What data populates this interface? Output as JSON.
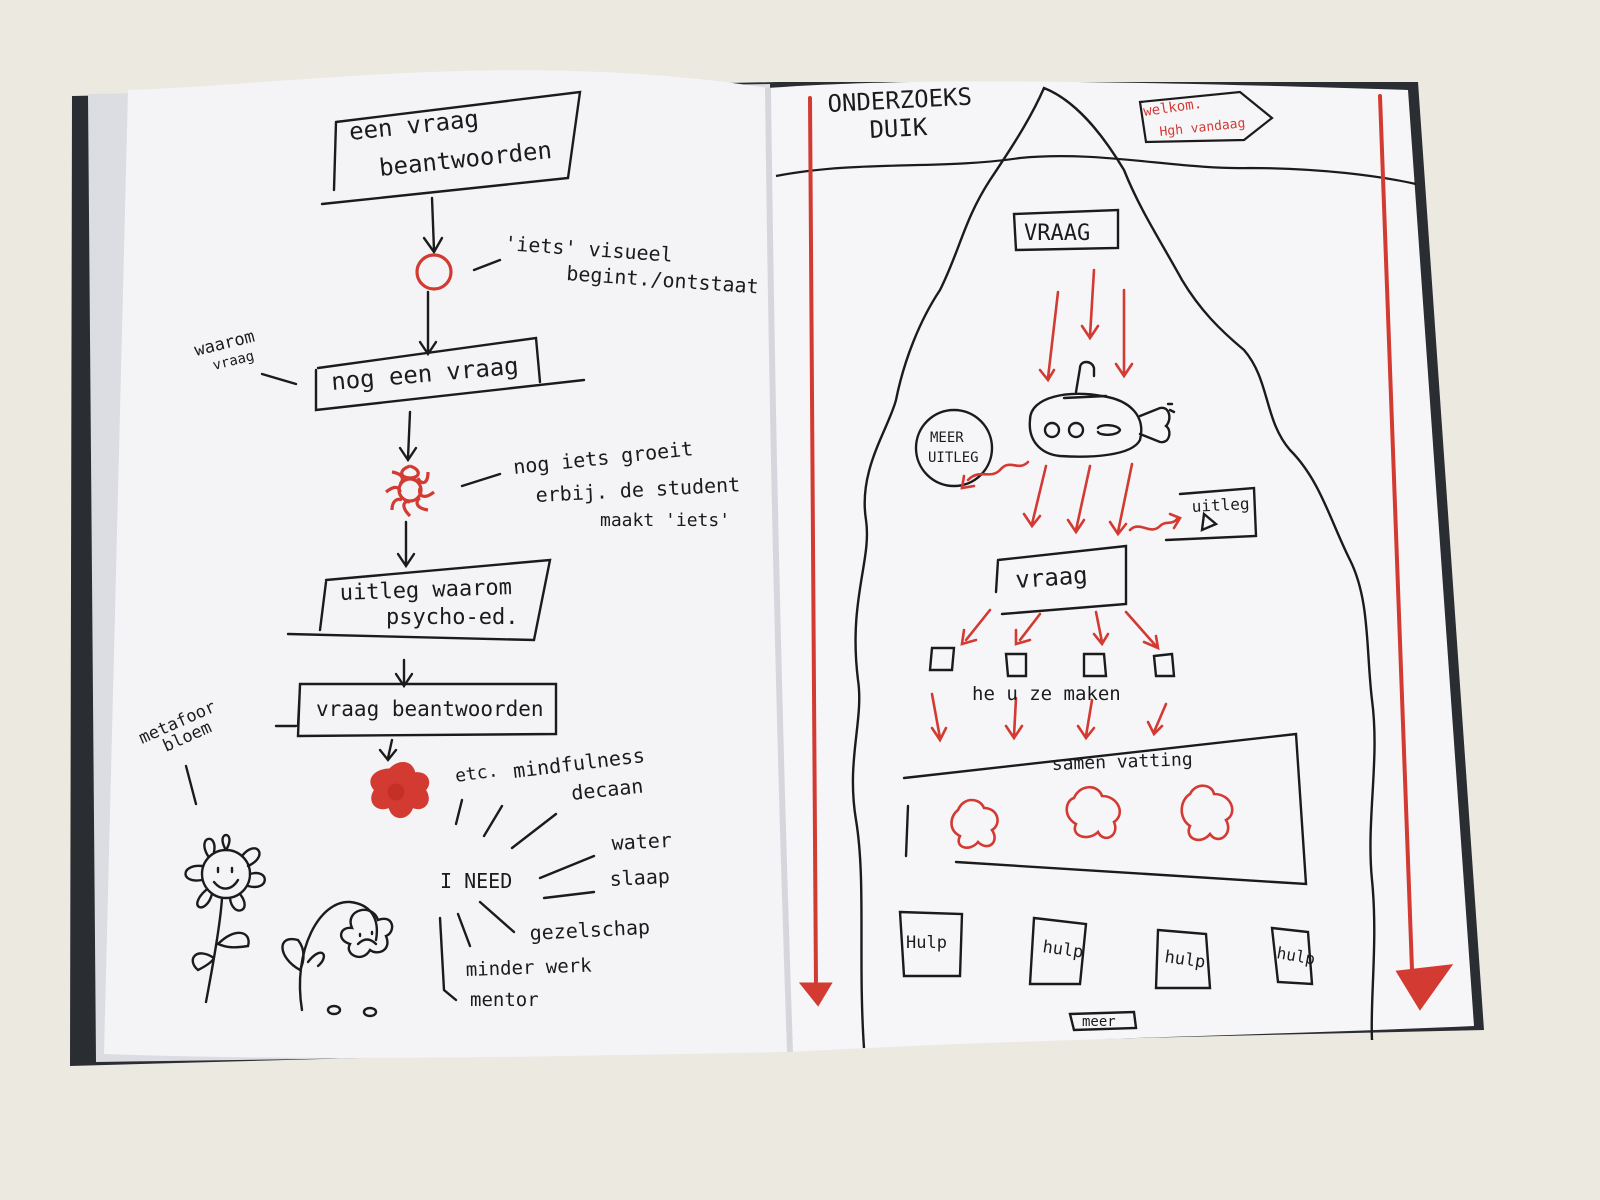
{
  "colors": {
    "table": "#ece9e1",
    "paper": "#f6f6f8",
    "ink": "#1b1b1b",
    "red_ink": "#d23a32",
    "cover": "#2a2d31"
  },
  "left_page": {
    "box_top": {
      "line1": "een vraag",
      "line2": "beantwoorden"
    },
    "note_iets": {
      "line1": "'iets' visueel",
      "line2": "begint./ontstaat"
    },
    "note_waarom": {
      "line1": "waarom",
      "line2": "vraag"
    },
    "box_nog": "nog een vraag",
    "note_groeit": {
      "line1": "nog iets groeit",
      "line2": "erbij. de student",
      "line3": "maakt 'iets'"
    },
    "box_uitleg": {
      "line1": "uitleg waarom",
      "line2": "psycho-ed."
    },
    "box_vraag_beantwoorden": "vraag beantwoorden",
    "note_metafoor": {
      "line1": "metafoor",
      "line2": "bloem"
    },
    "need_words": {
      "etc": "etc.",
      "mindfulness": "mindfulness",
      "decaan": "decaan",
      "water": "water",
      "i_need": "I NEED",
      "slaap": "slaap",
      "gezelschap": "gezelschap",
      "minder_werk": "minder werk",
      "mentor": "mentor"
    },
    "icons": [
      "circle-icon",
      "flower-outline-icon",
      "flower-filled-icon",
      "happy-flower-icon",
      "wilted-flower-icon"
    ]
  },
  "right_page": {
    "title": {
      "line1": "ONDERZOEKS",
      "line2": "DUIK"
    },
    "welcome_sign": {
      "line1": "welkom.",
      "line2": "Hgh vandaag"
    },
    "box_vraag_top": "VRAAG",
    "bubble_meer": {
      "line1": "MEER",
      "line2": "UITLEG"
    },
    "box_uitleg": "uitleg",
    "box_vraag_mid": "vraag",
    "options_label": "he u ze maken",
    "summary_label": "samen vatting",
    "help_boxes": [
      "Hulp",
      "hulp",
      "hulp",
      "hulp"
    ],
    "more_label": "meer",
    "icons": [
      "submarine-icon",
      "play-icon",
      "iceberg-outline",
      "arrow-down-icon"
    ]
  }
}
